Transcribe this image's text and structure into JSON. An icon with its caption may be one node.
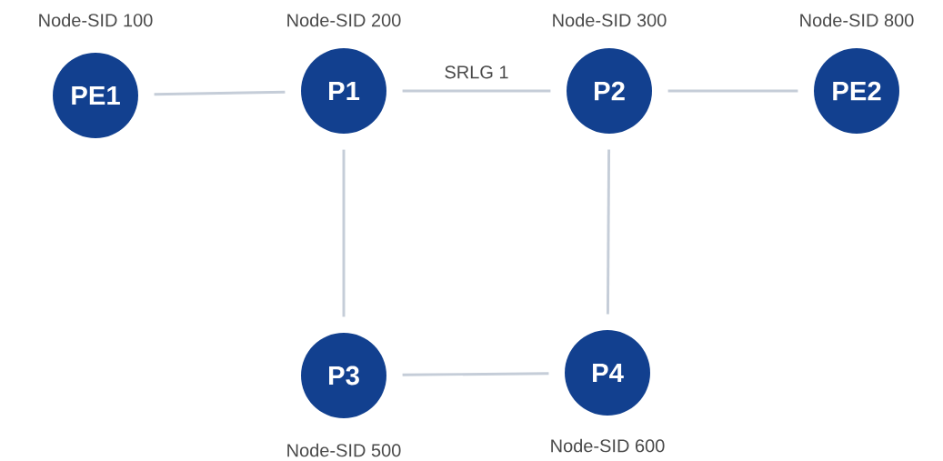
{
  "diagram": {
    "nodes": [
      {
        "text": [
          "PE1"
        ],
        "beside": [
          "Node-SID 100"
        ]
      },
      {
        "text": [
          "P1"
        ],
        "beside": [
          "Node-SID 200"
        ]
      },
      {
        "text": [
          "P2"
        ],
        "beside": [
          "Node-SID 300"
        ]
      },
      {
        "text": [
          "PE2"
        ],
        "beside": [
          "Node-SID 800"
        ]
      },
      {
        "text": [
          "P3"
        ],
        "beside": [
          "Node-SID 500"
        ]
      },
      {
        "text": [
          "P4"
        ],
        "beside": [
          "Node-SID 600"
        ]
      }
    ],
    "edges": [
      {
        "from": 0,
        "to": 1,
        "arrow": "none"
      },
      {
        "from": 1,
        "to": 2,
        "arrow": "none",
        "label": "SRLG 1"
      },
      {
        "from": 2,
        "to": 3,
        "arrow": "none"
      },
      {
        "from": 1,
        "to": 4,
        "arrow": "none"
      },
      {
        "from": 2,
        "to": 5,
        "arrow": "none"
      },
      {
        "from": 4,
        "to": 5,
        "arrow": "none"
      }
    ]
  }
}
